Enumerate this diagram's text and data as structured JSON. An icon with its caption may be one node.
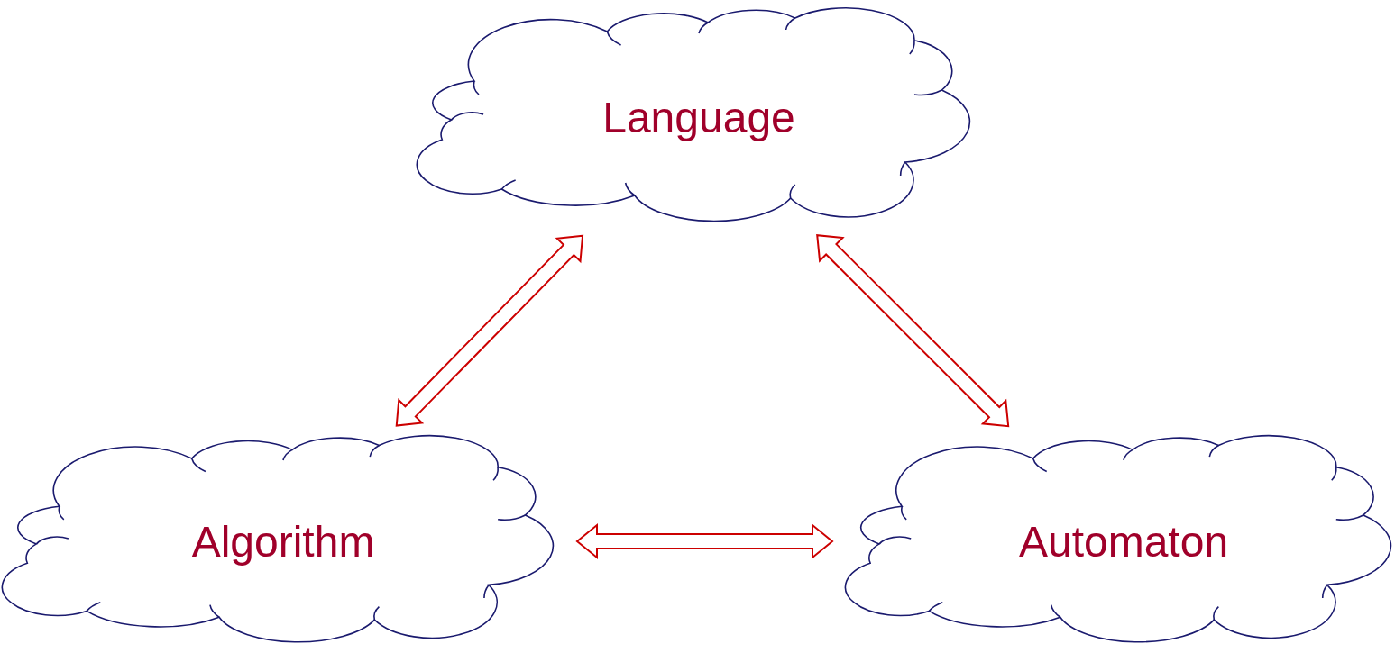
{
  "diagram": {
    "nodes": [
      {
        "text": [
          "Language"
        ]
      },
      {
        "text": [
          "Algorithm"
        ]
      },
      {
        "text": [
          "Automaton"
        ]
      }
    ],
    "edges": [
      {
        "from": 0,
        "to": 1,
        "arrow": "both"
      },
      {
        "from": 0,
        "to": 2,
        "arrow": "both"
      },
      {
        "from": 1,
        "to": 2,
        "arrow": "both"
      }
    ]
  }
}
